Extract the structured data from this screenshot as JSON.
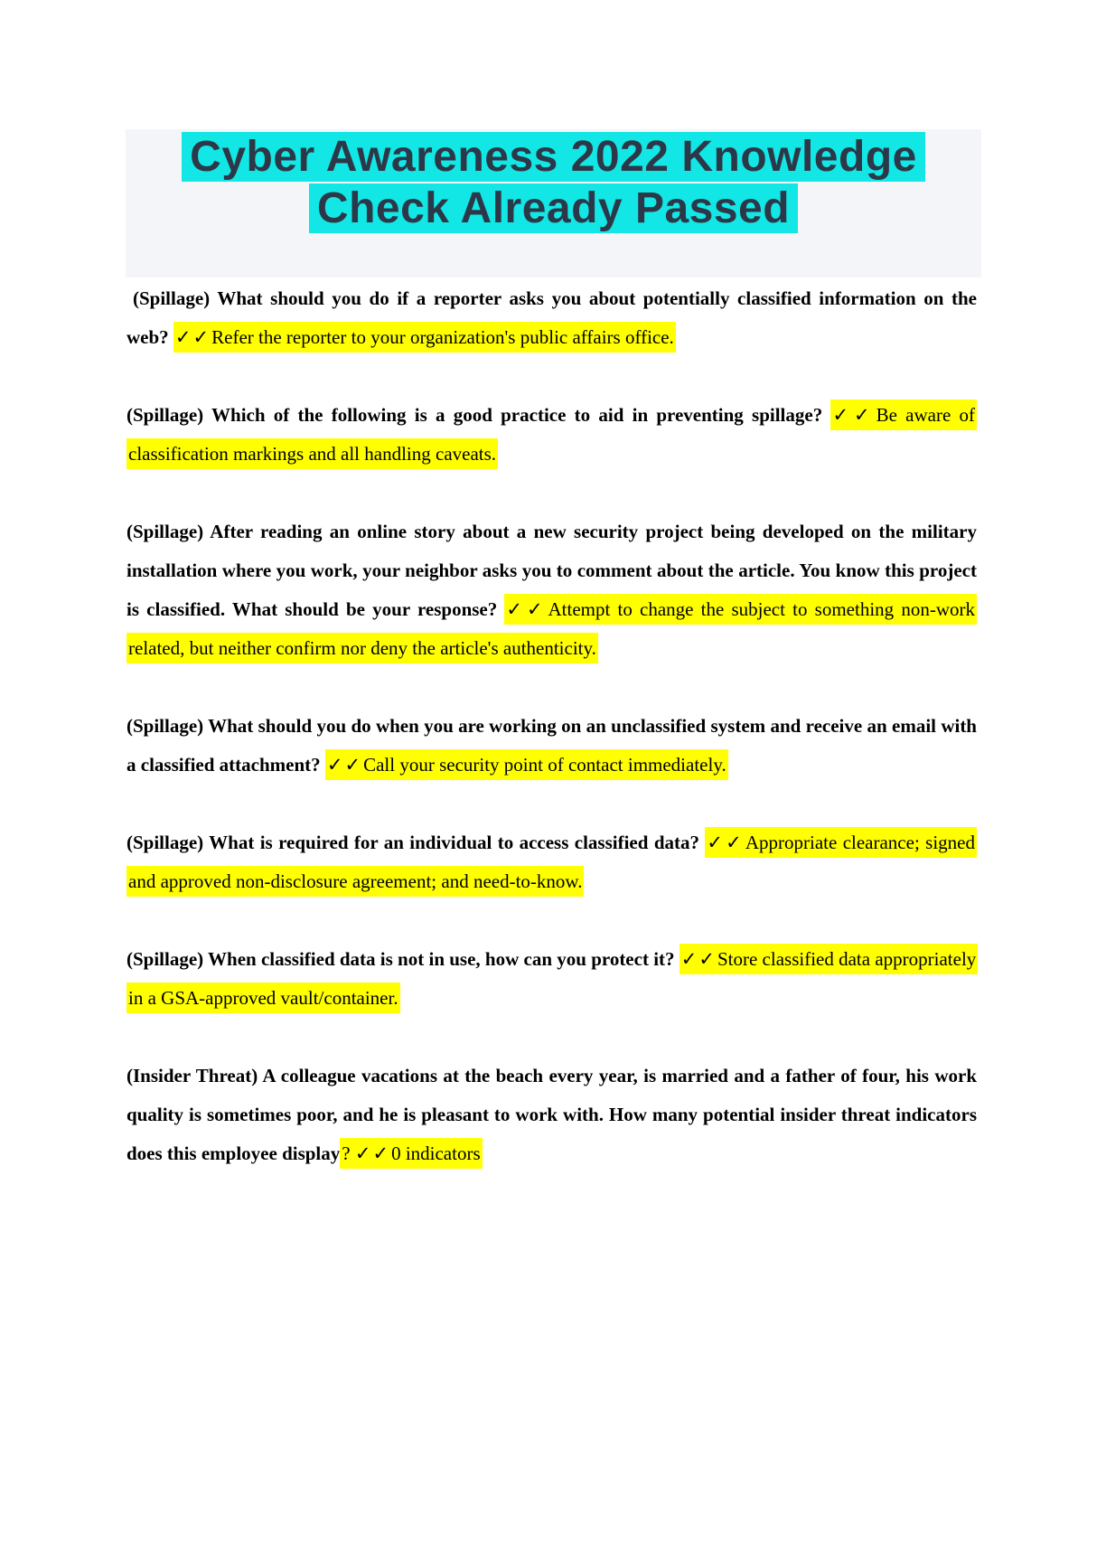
{
  "title": {
    "line1": "Cyber Awareness 2022 Knowledge",
    "line2": "Check Already Passed"
  },
  "colors": {
    "title_highlight": "#12e7e6",
    "answer_highlight": "#ffff00",
    "banner_background": "#f4f5f9",
    "title_text": "#2c3848"
  },
  "icons": {
    "checkmarks": "double-check-icon"
  },
  "qa": [
    {
      "question": "(Spillage) What should you do if a reporter asks you about potentially classified information on the web? ",
      "lead": "",
      "marks": "✓✓",
      "answer": "Refer the reporter to your organization's public affairs office."
    },
    {
      "question": "(Spillage) Which of the following is a good practice to aid in preventing spillage? ",
      "lead": "",
      "marks": "✓✓",
      "answer": "Be aware of classification markings and all handling caveats."
    },
    {
      "question": "(Spillage) After reading an online story about a new security project being developed on the military installation where you work, your neighbor asks you to comment about the article. You know this project is classified. What should be your response? ",
      "lead": "",
      "marks": "✓✓",
      "answer": "Attempt to change the subject to something non-work related, but neither confirm nor deny the article's authenticity."
    },
    {
      "question": "(Spillage) What should you do when you are working on an unclassified system and receive an email with a classified attachment? ",
      "lead": "",
      "marks": "✓✓",
      "answer": "Call your security point of contact immediately."
    },
    {
      "question": "(Spillage) What is required for an individual to access classified data? ",
      "lead": "",
      "marks": "✓✓",
      "answer": "Appropriate clearance; signed and approved non-disclosure agreement; and need-to-know."
    },
    {
      "question": "(Spillage) When classified data is not in use, how can you protect it? ",
      "lead": "",
      "marks": "✓✓",
      "answer": "Store classified data appropriately in a GSA-approved vault/container."
    },
    {
      "question": "(Insider Threat) A colleague vacations at the beach every year, is married and a father of four, his work quality is sometimes poor, and he is pleasant to work with. How many potential insider threat indicators does this employee display",
      "lead": "? ",
      "marks": "✓✓",
      "answer": "0 indicators"
    }
  ]
}
